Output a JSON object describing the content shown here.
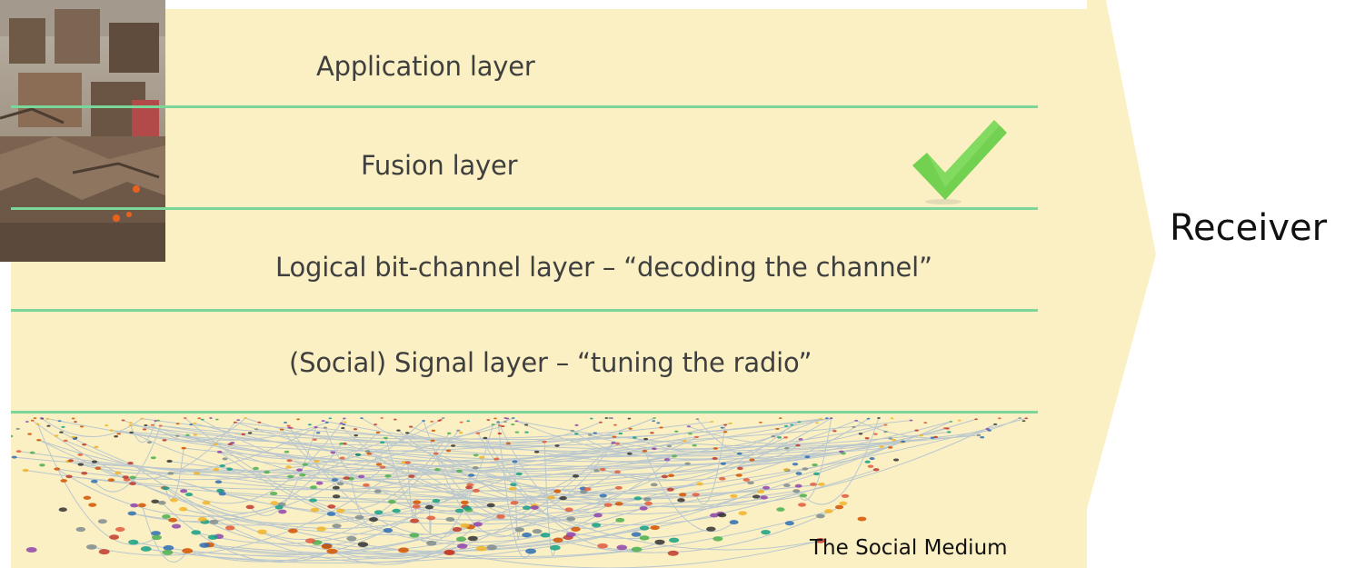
{
  "layers": [
    {
      "label": "Application layer"
    },
    {
      "label": "Fusion layer"
    },
    {
      "label": "Logical bit-channel layer – “decoding the channel”"
    },
    {
      "label": "(Social) Signal layer – “tuning the radio”"
    }
  ],
  "receiver_label": "Receiver",
  "medium_label": "The Social Medium",
  "icons": {
    "checkmark": "checkmark-icon",
    "photo": "earthquake-rubble-photo",
    "network": "social-network-graph"
  },
  "colors": {
    "arrow_fill": "#fbf0c3",
    "divider": "#7ad699",
    "checkmark": "#72d151",
    "text": "#3f3f3f"
  }
}
